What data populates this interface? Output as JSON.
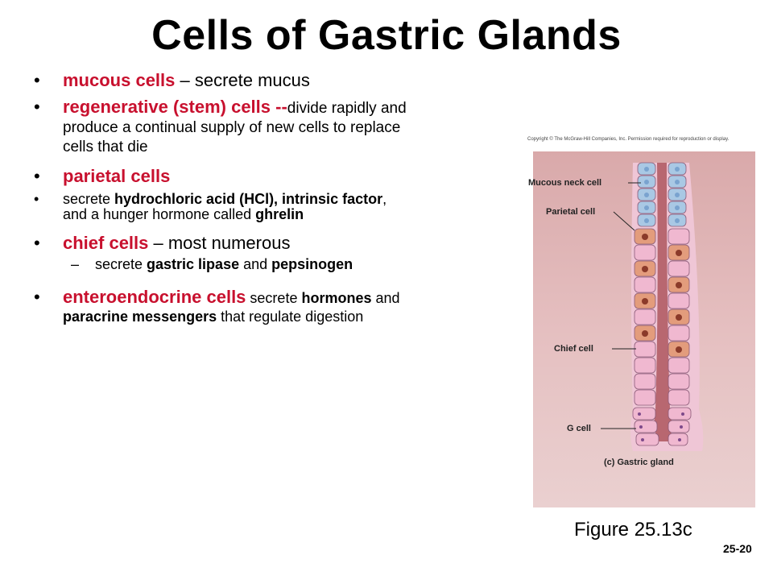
{
  "title": "Cells of Gastric Glands",
  "bullets": [
    {
      "head": "mucous cells",
      "text": " – secrete mucus"
    },
    {
      "head": "regenerative (stem) cells --",
      "text1": "divide rapidly and",
      "text2": "produce a continual supply of new cells to replace",
      "text3": "cells that die"
    },
    {
      "head": "parietal cells"
    },
    {
      "t1": "secrete ",
      "b1": "hydrochloric acid (HCl), intrinsic factor",
      "t2": ",",
      "t3": "and a hunger hormone called ",
      "b2": "ghrelin"
    },
    {
      "head": "chief cells",
      "text": " – most numerous"
    },
    {
      "t1": "secrete ",
      "b1": "gastric lipase",
      "t2": " and ",
      "b2": "pepsinogen"
    },
    {
      "head": "enteroendocrine cells",
      "t1": " secrete ",
      "b1": "hormones",
      "t2": " and",
      "b2": "paracrine messengers",
      "t3": " that regulate digestion"
    }
  ],
  "symbols": {
    "bullet": "•",
    "dash": "–"
  },
  "figure": {
    "copyright": "Copyright © The McGraw-Hill Companies, Inc. Permission required for reproduction or display.",
    "labels": {
      "mucous_neck": "Mucous neck cell",
      "parietal": "Parietal cell",
      "chief": "Chief cell",
      "g_cell": "G cell",
      "caption": "(c)  Gastric gland"
    }
  },
  "figure_caption": "Figure 25.13c",
  "page_number": "25-20",
  "colors": {
    "accent_red": "#c8102e",
    "tissue": "#e0b6b6",
    "lumen": "#b86770",
    "mucous_cell": "#a9c8e4",
    "parietal_cell": "#e39c7c",
    "chief_cell": "#f0b8d0"
  }
}
